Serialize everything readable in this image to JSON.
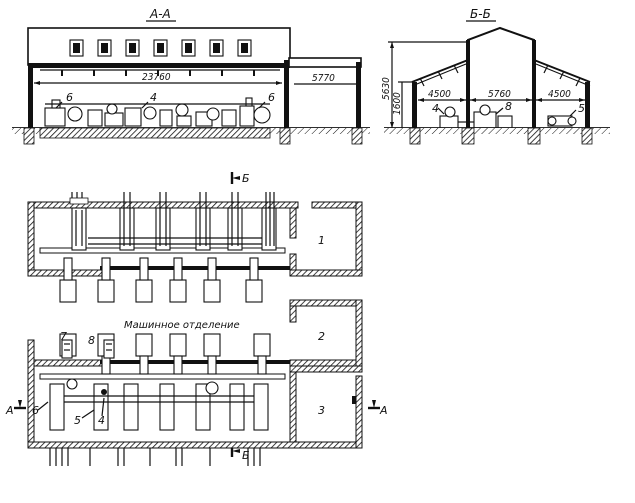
{
  "section_aa": {
    "title": "А-А",
    "dim_length": "23760",
    "dim_annex": "5770",
    "callouts": [
      "6",
      "4",
      "6"
    ]
  },
  "section_bb": {
    "title": "Б-Б",
    "dim_height": "5630",
    "dim_mid_height": "1600",
    "dim_left": "4500",
    "dim_mid": "5760",
    "dim_right": "4500",
    "callouts": [
      "4",
      "8",
      "5"
    ]
  },
  "plan": {
    "room_label": "Машинное отделение",
    "rooms": [
      "1",
      "2",
      "3"
    ],
    "cut_b_top": "Б",
    "cut_b_bottom": "Б",
    "cut_a_left": "А",
    "cut_a_right": "А",
    "callouts": [
      "7",
      "8",
      "6",
      "5",
      "4"
    ]
  }
}
